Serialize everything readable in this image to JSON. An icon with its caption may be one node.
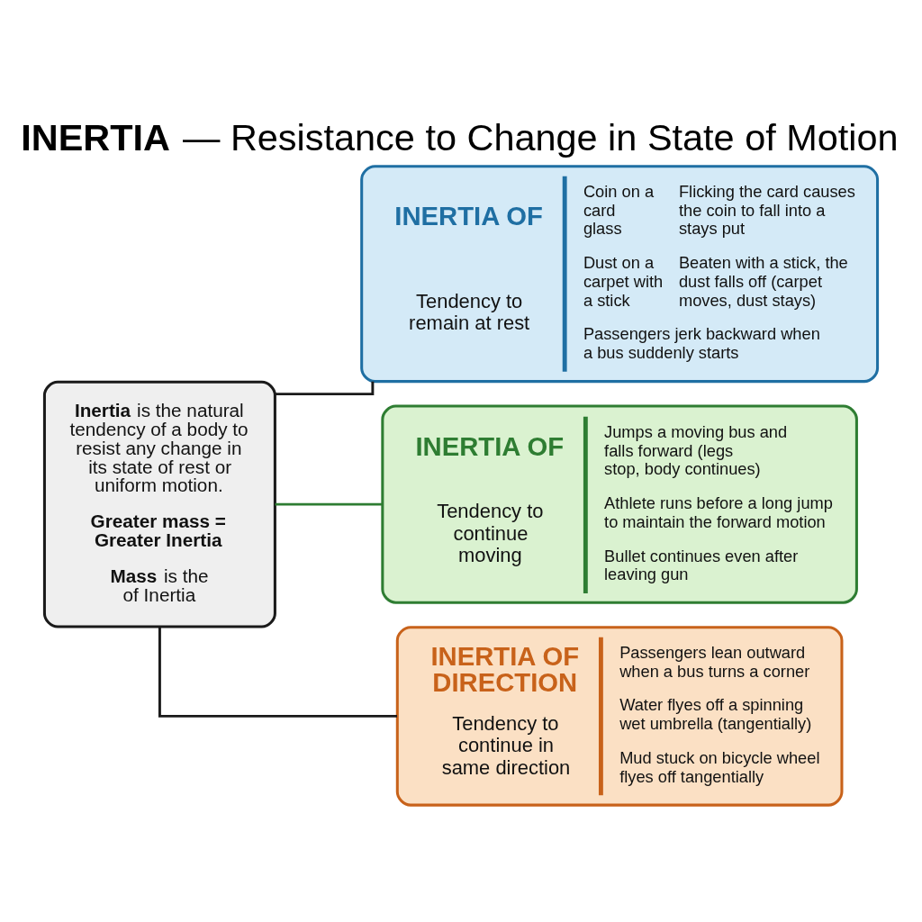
{
  "diagram": {
    "title": "**INERTIA** — Resistance to Change in State of Motion",
    "nodes": [
      {
        "text": [
          "**Inertia** is the natural tendency of a body to resist any change in its state of rest or uniform motion.",
          "Greater mass = Greater Inertia",
          "**Mass** is the of Inertia"
        ]
      },
      {
        "text": [
          "INERTIA OF",
          "Tendency to remain at rest",
          "Coin on a card glass",
          "Flicking the card causes the coin to fall into a stays put",
          "Dust on a carpet with a stick",
          "Beaten with a stick, the dust falls off (carpet moves, dust stays)",
          "Passengers jerk backward when a bus suddenly starts"
        ]
      },
      {
        "text": [
          "INERTIA OF",
          "Tendency to continue moving",
          "Jumps a moving bus and falls forward (legs stop, body continues)",
          "Athlete runs before a long jump to maintain the forward motion",
          "Bullet continues even after leaving gun"
        ]
      },
      {
        "text": [
          "INERTIA OF DIRECTION",
          "Tendency to continue in same direction",
          "Passengers lean outward when a bus turns a corner",
          "Water flyes off a spinning wet umbrella (tangentially)",
          "Mud stuck on bicycle wheel flyes off tangentially"
        ]
      }
    ],
    "edges": [
      {
        "from": 0,
        "to": 1,
        "arrow": "none"
      },
      {
        "from": 0,
        "to": 2,
        "arrow": "none",
        "color": "#2e7d32"
      },
      {
        "from": 0,
        "to": 3,
        "arrow": "none"
      }
    ]
  }
}
